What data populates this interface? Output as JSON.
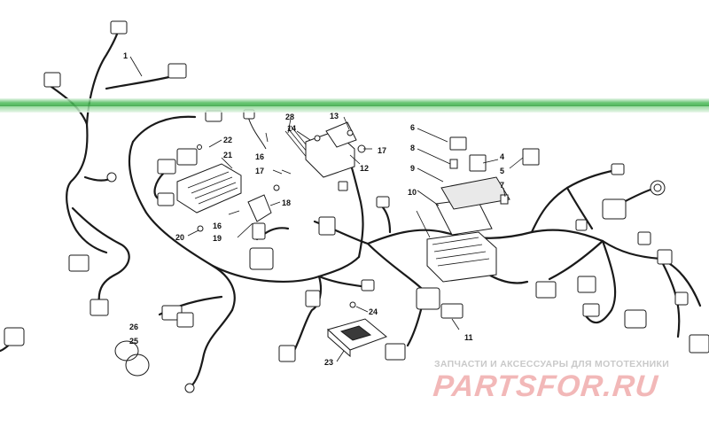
{
  "diagram": {
    "callouts": [
      {
        "id": "1",
        "label": "1"
      },
      {
        "id": "4",
        "label": "4"
      },
      {
        "id": "5",
        "label": "5"
      },
      {
        "id": "6",
        "label": "6"
      },
      {
        "id": "7",
        "label": "7"
      },
      {
        "id": "8",
        "label": "8"
      },
      {
        "id": "9",
        "label": "9"
      },
      {
        "id": "10",
        "label": "10"
      },
      {
        "id": "11",
        "label": "11"
      },
      {
        "id": "12",
        "label": "12"
      },
      {
        "id": "13",
        "label": "13"
      },
      {
        "id": "14",
        "label": "14"
      },
      {
        "id": "16a",
        "label": "16"
      },
      {
        "id": "16b",
        "label": "16"
      },
      {
        "id": "17a",
        "label": "17"
      },
      {
        "id": "17b",
        "label": "17"
      },
      {
        "id": "18",
        "label": "18"
      },
      {
        "id": "19",
        "label": "19"
      },
      {
        "id": "20",
        "label": "20"
      },
      {
        "id": "21",
        "label": "21"
      },
      {
        "id": "22",
        "label": "22"
      },
      {
        "id": "23",
        "label": "23"
      },
      {
        "id": "24",
        "label": "24"
      },
      {
        "id": "25",
        "label": "25"
      },
      {
        "id": "26",
        "label": "26"
      },
      {
        "id": "28",
        "label": "28"
      }
    ]
  },
  "watermark": {
    "subtitle": "ЗАПЧАСТИ И АКСЕССУАРЫ ДЛЯ МОТОТЕХНИКИ",
    "brand": "PARTSFOR.RU",
    "color_subtitle": "#c9c9c9",
    "color_brand": "#f2b8b8"
  },
  "colors": {
    "line": "#1a1a1a",
    "glitch": "#3cb44a"
  }
}
